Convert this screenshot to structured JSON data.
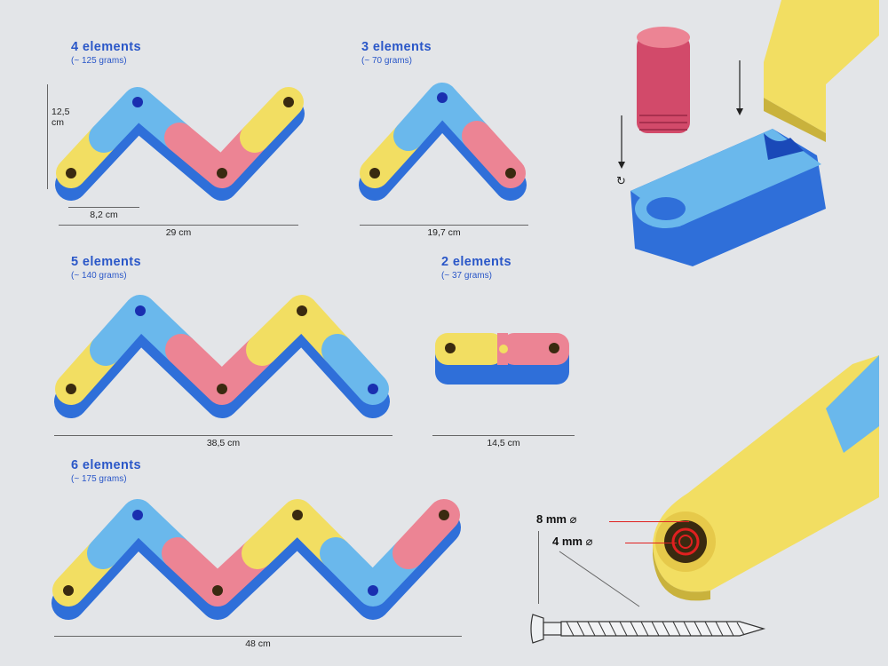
{
  "configs": [
    {
      "title": "4 elements",
      "weight": "(~ 125 grams)",
      "width": "29 cm"
    },
    {
      "title": "3 elements",
      "weight": "(~ 70 grams)",
      "width": "19,7 cm"
    },
    {
      "title": "5 elements",
      "weight": "(~ 140 grams)",
      "width": "38,5 cm"
    },
    {
      "title": "2 elements",
      "weight": "(~ 37 grams)",
      "width": "14,5 cm"
    },
    {
      "title": "6 elements",
      "weight": "(~ 175 grams)",
      "width": "48 cm"
    }
  ],
  "dims": {
    "height": "12,5\ncm",
    "element_length": "8,2 cm"
  },
  "hole": {
    "outer": "8 mm",
    "inner": "4 mm",
    "symbol": "⌀"
  },
  "colors": {
    "blue": "#6ab8ec",
    "yellow": "#f2de62",
    "pink": "#ec8494",
    "side": "#2f6fd9",
    "accent": "#2a57c8",
    "hole_line": "#e02020"
  }
}
